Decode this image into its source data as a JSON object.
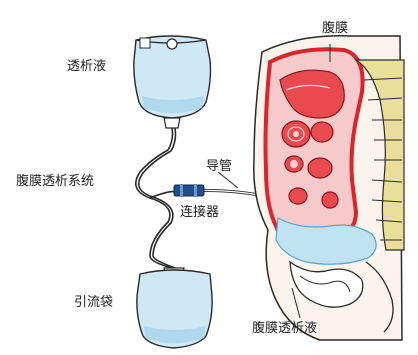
{
  "labels": {
    "dialysate_bag": "透析液",
    "peritoneum": "腹膜",
    "pd_system": "腹膜透析系统",
    "catheter": "导管",
    "connector": "连接器",
    "drain_bag": "引流袋",
    "pd_fluid": "腹膜透析液"
  },
  "colors": {
    "outline": "#2a2a2a",
    "peritoneum_red": "#d8262c",
    "organ_pink": "#f6c9cb",
    "fluid_blue": "#bfe3f3",
    "bag_blue": "#cfe8f6",
    "spine": "#e9df9a",
    "skin": "#fbf4ec",
    "connector": "#1f4e8c"
  }
}
